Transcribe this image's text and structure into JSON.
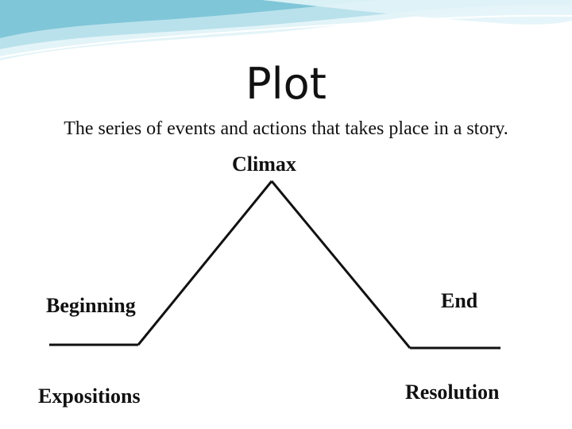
{
  "slide": {
    "title": "Plot",
    "subtitle": "The series of events and actions that takes place in a story."
  },
  "diagram": {
    "peak_label": "Climax",
    "left_upper_label": "Beginning",
    "left_lower_label": "Expositions",
    "right_upper_label": "End",
    "right_lower_label": "Resolution",
    "line_color": "#111111"
  },
  "theme": {
    "swoosh_colors": [
      "#7fc6d8",
      "#b9e1ec",
      "#e3f4f8"
    ]
  }
}
